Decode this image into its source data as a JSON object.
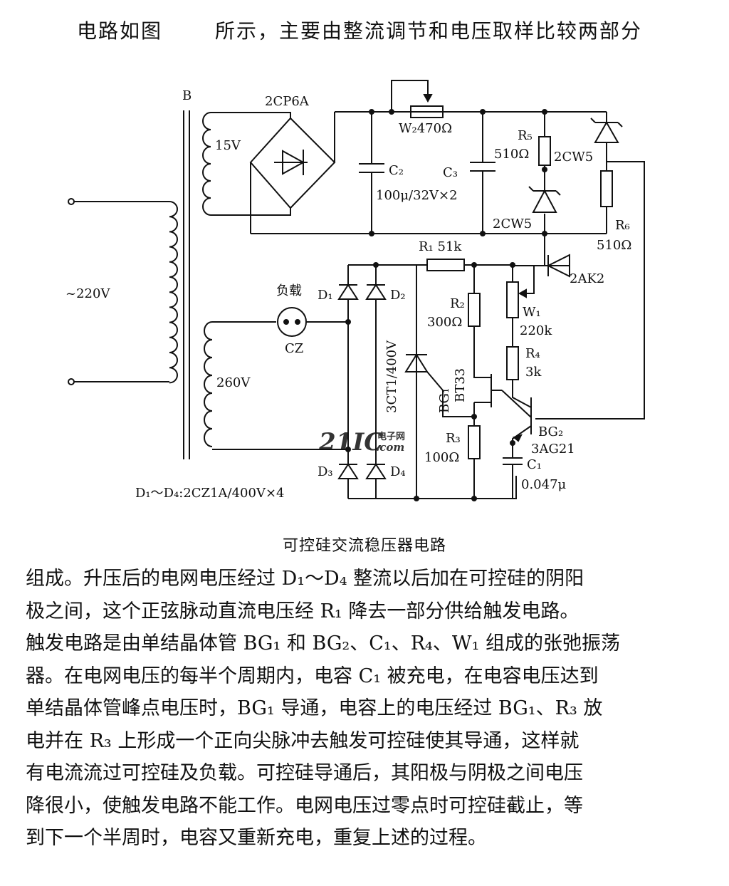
{
  "intro": {
    "part1": "电路如图",
    "part2": "所示，主要由整流调节和电压取样比较两部分"
  },
  "circuit": {
    "transformer": "B",
    "mains": "~220V",
    "secondary_low": "15V",
    "secondary_high": "260V",
    "bridge": "2CP6A",
    "pot_w2": "W₂470Ω",
    "c2": "C₂",
    "c3": "C₃",
    "c23_value": "100μ/32V×2",
    "r5": "R₅",
    "r5_value": "510Ω",
    "zener_top": "2CW5",
    "zener_mid": "2CW5",
    "r6": "R₆",
    "r6_value": "510Ω",
    "r1": "R₁ 51k",
    "diode_2ak2": "2AK2",
    "load": "负载",
    "socket": "CZ",
    "d1": "D₁",
    "d2": "D₂",
    "d3": "D₃",
    "d4": "D₄",
    "scr": "3CT1/400V",
    "r2": "R₂",
    "r2_value": "300Ω",
    "bg1": "BG₁",
    "bg1_type": "BT33",
    "r3": "R₃",
    "r3_value": "100Ω",
    "w1": "W₁",
    "w1_value": "220k",
    "r4": "R₄",
    "r4_value": "3k",
    "bg2": "BG₂",
    "bg2_type": "3AG21",
    "c1": "C₁",
    "c1_value": "0.047μ",
    "diodes_note": "D₁～D₄:2CZ1A/400V×4",
    "watermark_logo": "21IC",
    "watermark_small": "电子网",
    "watermark_com": ".com"
  },
  "caption": "可控硅交流稳压器电路",
  "paragraph": [
    "组成。升压后的电网电压经过 D₁～D₄ 整流以后加在可控硅的阴阳",
    "极之间，这个正弦脉动直流电压经 R₁ 降去一部分供给触发电路。",
    "触发电路是由单结晶体管 BG₁ 和 BG₂、C₁、R₄、W₁ 组成的张弛振荡",
    "器。在电网电压的每半个周期内，电容 C₁ 被充电，在电容电压达到",
    "单结晶体管峰点电压时，BG₁ 导通，电容上的电压经过 BG₁、R₃ 放",
    "电并在 R₃ 上形成一个正向尖脉冲去触发可控硅使其导通，这样就",
    "有电流流过可控硅及负载。可控硅导通后，其阳极与阴极之间电压",
    "降很小，使触发电路不能工作。电网电压过零点时可控硅截止，等",
    "到下一个半周时，电容又重新充电，重复上述的过程。"
  ]
}
